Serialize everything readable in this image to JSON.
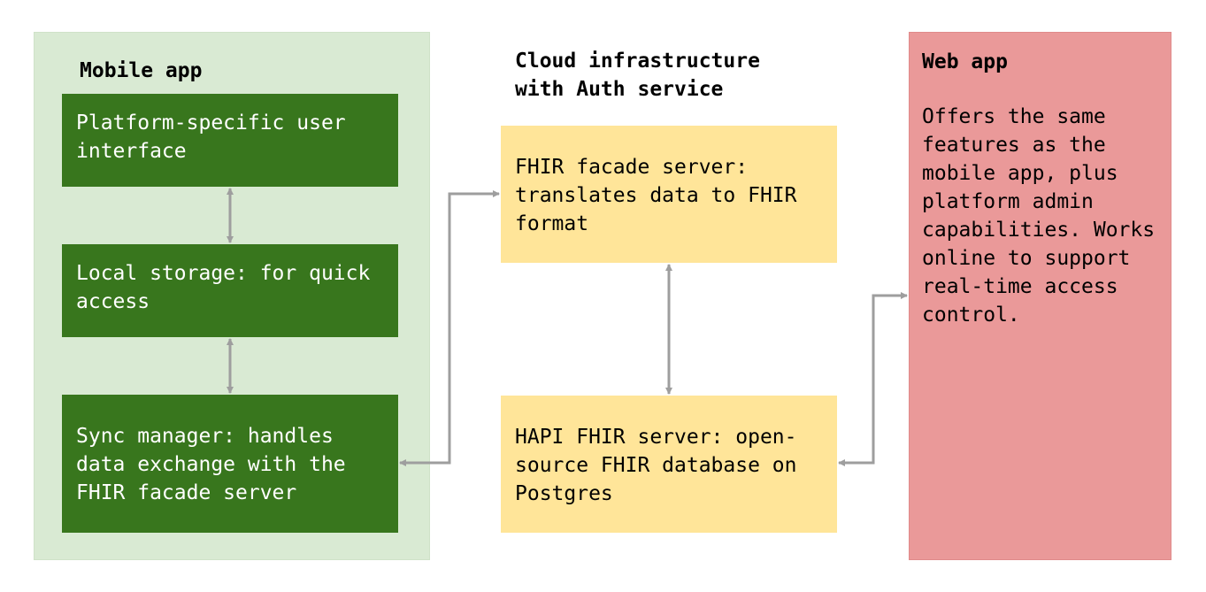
{
  "mobile": {
    "title": "Mobile app",
    "ui_box": "Platform-specific user interface",
    "storage_box": "Local storage: for quick access",
    "sync_box": "Sync manager: handles data exchange with the FHIR facade server"
  },
  "cloud": {
    "title": "Cloud infrastructure\nwith Auth service",
    "facade_box": "FHIR facade server: translates data to FHIR format",
    "hapi_box": "HAPI FHIR server: open-source FHIR database on Postgres"
  },
  "web": {
    "title": "Web app",
    "description": "Offers the same features as the mobile app, plus platform admin capabilities. Works online to support real-time access control."
  },
  "colors": {
    "mobile_panel": "#d9ead3",
    "mobile_box": "#38761d",
    "cloud_box": "#ffe599",
    "web_panel": "#ea9999",
    "connector": "#9e9e9e"
  }
}
